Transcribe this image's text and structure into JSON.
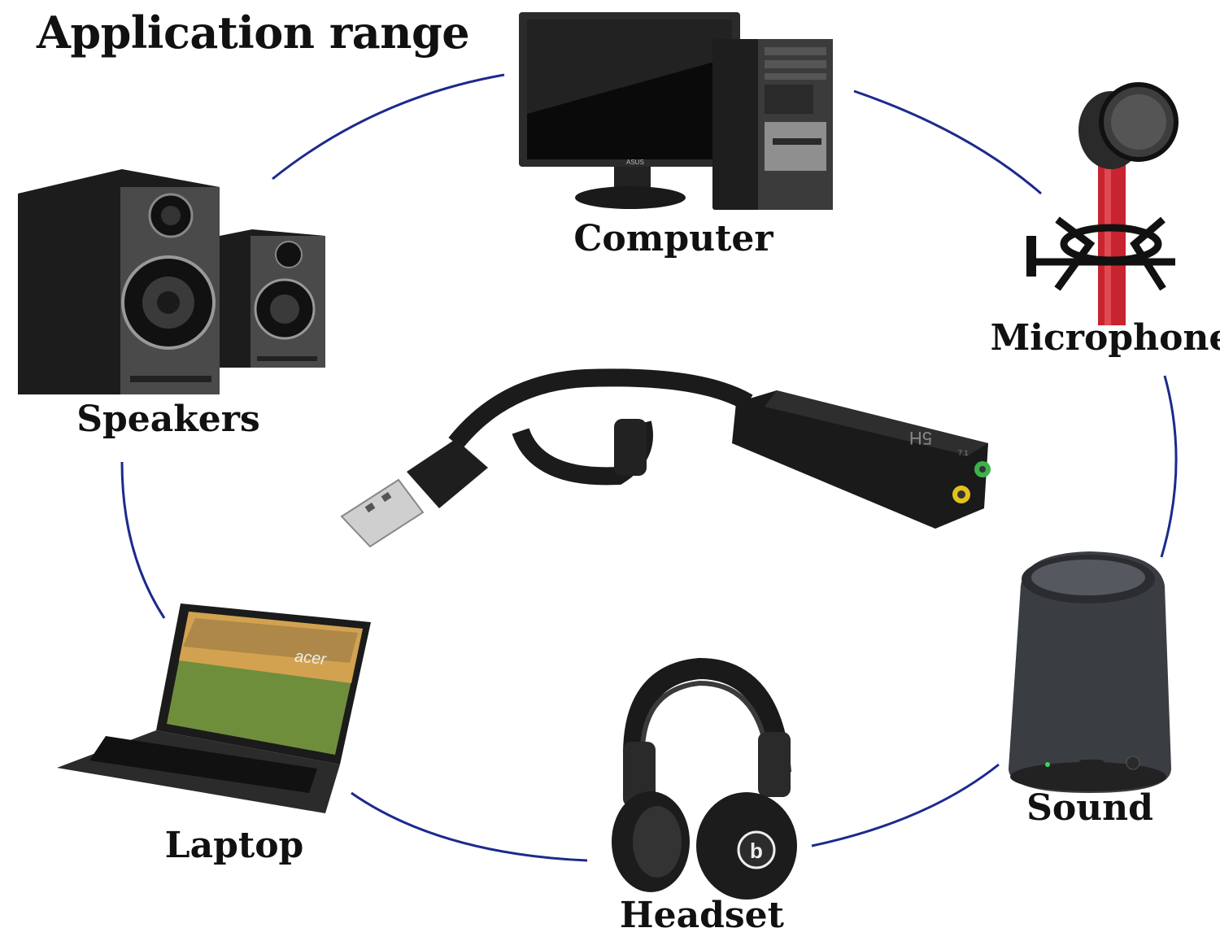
{
  "title": "Application range",
  "devices": {
    "computer": {
      "label": "Computer",
      "monitor_brand": "ASUS"
    },
    "microphone": {
      "label": "Microphone"
    },
    "speakers": {
      "label": "Speakers"
    },
    "sound": {
      "label": "Sound"
    },
    "laptop": {
      "label": "Laptop",
      "brand": "acer"
    },
    "headset": {
      "label": "Headset",
      "brand": "b"
    }
  },
  "adapter": {
    "marking": "5H",
    "model": "7.1"
  },
  "colors": {
    "connector_line": "#1c2a8c",
    "mic_body": "#c8242f",
    "jack_mic": "#e2c21c",
    "jack_out": "#3cb34a"
  }
}
